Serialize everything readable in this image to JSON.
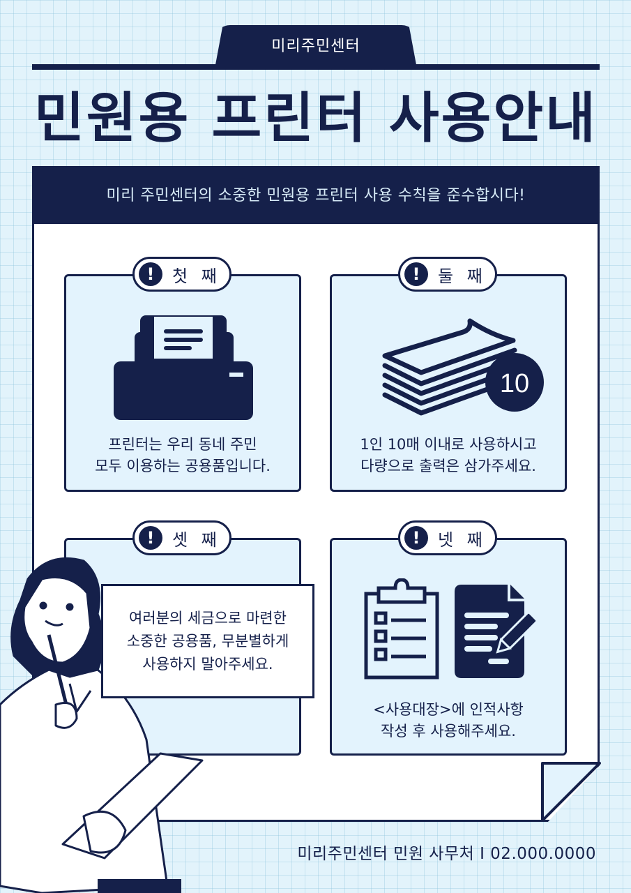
{
  "header": {
    "tab_label": "미리주민센터",
    "title": "민원용 프린터 사용안내"
  },
  "panel": {
    "subtitle": "미리 주민센터의 소중한 민원용 프린터 사용 수칙을 준수합시다!"
  },
  "rules": [
    {
      "badge": "첫 째",
      "icon": "printer-icon",
      "text": "프린터는 우리 동네 주민\n모두 이용하는 공용품입니다."
    },
    {
      "badge": "둘 째",
      "icon": "paper-stack-icon",
      "icon_number": "10",
      "text": "1인 10매 이내로 사용하시고\n다량으로 출력은 삼가주세요."
    },
    {
      "badge": "셋 째",
      "icon": "person-illustration",
      "text": "여러분의 세금으로 마련한\n소중한 공용품, 무분별하게\n사용하지 말아주세요."
    },
    {
      "badge": "넷 째",
      "icon": "clipboard-and-document-icon",
      "text": "<사용대장>에 인적사항\n작성 후 사용해주세요."
    }
  ],
  "footer": {
    "contact": "미리주민센터 민원 사무처 I 02.000.0000"
  },
  "colors": {
    "navy": "#15204a",
    "card_bg": "#e3f3fd",
    "page_bg": "#e2f3fb"
  }
}
